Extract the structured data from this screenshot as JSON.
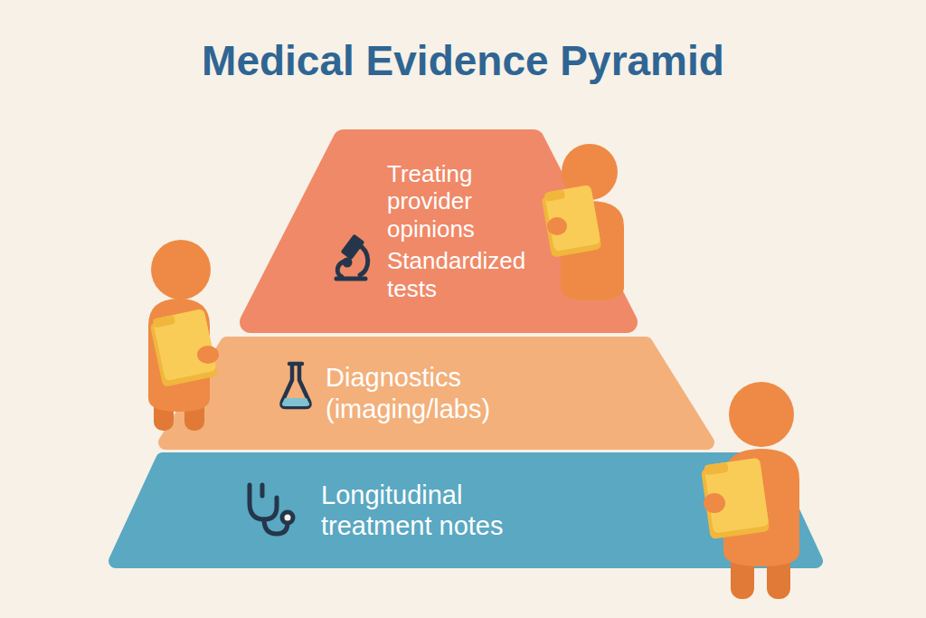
{
  "diagram": {
    "title": "Medical Evidence Pyramid",
    "nodes": [
      {
        "text": [
          "Treating provider opinions",
          "Standardized tests"
        ]
      },
      {
        "text": [
          "Diagnostics (imaging/labs)"
        ]
      },
      {
        "text": [
          "Longitudinal treatment notes"
        ]
      }
    ]
  }
}
